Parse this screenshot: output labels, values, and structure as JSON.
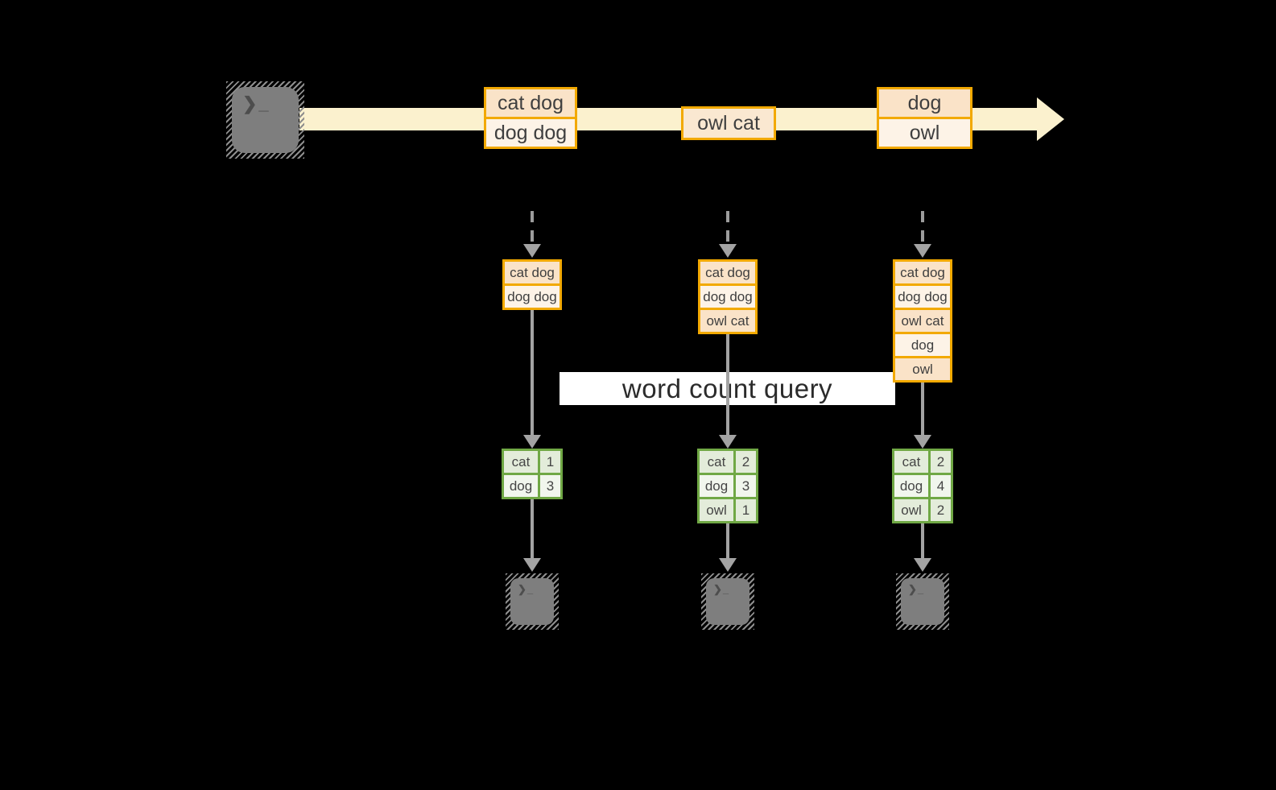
{
  "diagram": {
    "query_label": "word count query",
    "terminal_glyph": "❯_",
    "stream": {
      "batches": [
        {
          "lines": [
            "cat dog",
            "dog dog"
          ]
        },
        {
          "lines": [
            "owl cat"
          ]
        },
        {
          "lines": [
            "dog",
            "owl"
          ]
        }
      ]
    },
    "micro_batches": [
      {
        "lines": [
          "cat dog",
          "dog dog"
        ]
      },
      {
        "lines": [
          "cat dog",
          "dog dog",
          "owl cat"
        ]
      },
      {
        "lines": [
          "cat dog",
          "dog dog",
          "owl cat",
          "dog",
          "owl"
        ]
      }
    ],
    "result_tables": [
      {
        "rows": [
          [
            "cat",
            "1"
          ],
          [
            "dog",
            "3"
          ]
        ]
      },
      {
        "rows": [
          [
            "cat",
            "2"
          ],
          [
            "dog",
            "3"
          ],
          [
            "owl",
            "1"
          ]
        ]
      },
      {
        "rows": [
          [
            "cat",
            "2"
          ],
          [
            "dog",
            "4"
          ],
          [
            "owl",
            "2"
          ]
        ]
      }
    ],
    "colors": {
      "gold_border": "#F2A900",
      "peach_dark": "#FAE3C8",
      "peach_light": "#FDF3E7",
      "cream_band": "#FBF1CE",
      "green_border": "#70A845",
      "green_cell_dark": "#E3ECDA",
      "green_cell_light": "#F1F6ED",
      "arrow_gray": "#A3A3A3",
      "terminal_gray": "#7E7E7E",
      "background": "#000000"
    }
  }
}
